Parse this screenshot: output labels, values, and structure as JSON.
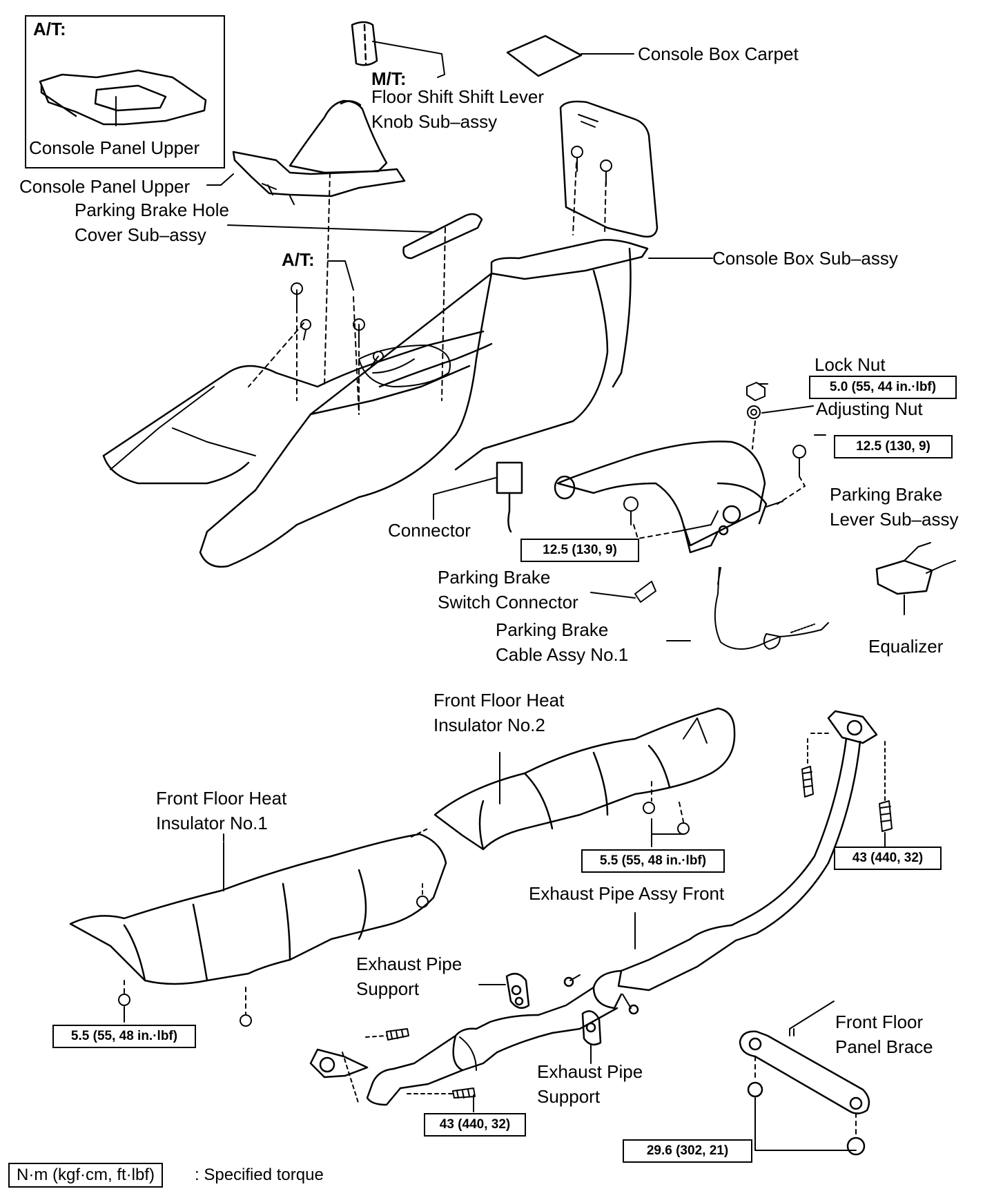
{
  "inset": {
    "title": "A/T:",
    "part": "Console Panel Upper"
  },
  "labels": {
    "mt": "M/T:",
    "floor_shift_knob_line1": "Floor Shift Shift Lever",
    "floor_shift_knob_line2": "Knob Sub–assy",
    "console_box_carpet": "Console Box Carpet",
    "console_panel_upper": "Console Panel Upper",
    "parking_brake_hole_cover_line1": "Parking Brake Hole",
    "parking_brake_hole_cover_line2": "Cover Sub–assy",
    "console_box_subassy": "Console Box Sub–assy",
    "at": "A/T:",
    "lock_nut": "Lock Nut",
    "adjusting_nut": "Adjusting Nut",
    "parking_brake_lever_line1": "Parking Brake",
    "parking_brake_lever_line2": "Lever Sub–assy",
    "connector": "Connector",
    "parking_brake_switch_connector_line1": "Parking Brake",
    "parking_brake_switch_connector_line2": "Switch Connector",
    "parking_brake_cable_line1": "Parking Brake",
    "parking_brake_cable_line2": "Cable Assy No.1",
    "equalizer": "Equalizer",
    "heat_insulator_2_line1": "Front Floor Heat",
    "heat_insulator_2_line2": "Insulator No.2",
    "heat_insulator_1_line1": "Front Floor Heat",
    "heat_insulator_1_line2": "Insulator No.1",
    "exhaust_pipe_assy_front": "Exhaust Pipe Assy Front",
    "exhaust_pipe_support_upper_line1": "Exhaust Pipe",
    "exhaust_pipe_support_upper_line2": "Support",
    "exhaust_pipe_support_lower_line1": "Exhaust Pipe",
    "exhaust_pipe_support_lower_line2": "Support",
    "front_floor_panel_brace_line1": "Front Floor",
    "front_floor_panel_brace_line2": "Panel Brace"
  },
  "torques": {
    "lock_nut": "5.0 (55, 44 in.·lbf)",
    "lever_upper": "12.5 (130, 9)",
    "lever_lower": "12.5 (130, 9)",
    "insulator_2": "5.5 (55, 48 in.·lbf)",
    "insulator_1": "5.5 (55, 48 in.·lbf)",
    "pipe_flange_upper": "43 (440, 32)",
    "pipe_flange_lower": "43 (440, 32)",
    "brace": "29.6 (302, 21)"
  },
  "legend": {
    "unit": "N·m (kgf·cm, ft·lbf)",
    "text": ": Specified torque"
  }
}
